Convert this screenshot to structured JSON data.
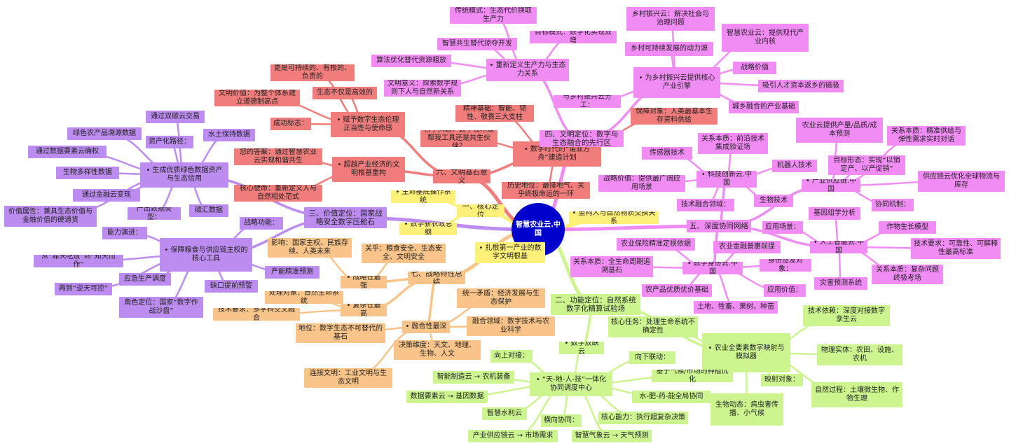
{
  "colors": {
    "center": "#0000cc",
    "yellow": "#fff07a",
    "salmon": "#f07c7c",
    "magenta": "#f28cf5",
    "purple": "#bc8cf0",
    "peach": "#f9c48a",
    "green": "#ccf590"
  },
  "center": {
    "label": "智慧农业云.中国"
  },
  "nodes": [
    {
      "id": "c1",
      "label": "一、核心定位",
      "color": "yellow"
    },
    {
      "id": "c1a",
      "label": "• 生命基底操作系统",
      "color": "yellow"
    },
    {
      "id": "c1b",
      "label": "• 数字新农政总纲",
      "color": "yellow"
    },
    {
      "id": "c1c",
      "label": "• 重构人与自然物质交换关系",
      "color": "yellow"
    },
    {
      "id": "c1d",
      "label": "• 扎根第一产业的数字文明根基",
      "color": "yellow"
    },
    {
      "id": "m6",
      "label": "六、文明基石意义",
      "color": "salmon"
    },
    {
      "id": "m6a",
      "label": "• 赋予数字生态伦理正当性与使命感",
      "color": "salmon"
    },
    {
      "id": "m6a1",
      "label": "更是可持续的、有根的、负责的",
      "color": "salmon"
    },
    {
      "id": "m6a2",
      "label": "生态不仅是高效的",
      "color": "salmon"
    },
    {
      "id": "m6a3",
      "label": "文明价值：为整个体系建立道德制高点",
      "color": "salmon"
    },
    {
      "id": "m6a4",
      "label": "成功标志：",
      "color": "salmon"
    },
    {
      "id": "m6b",
      "label": "• 超越产业经济的文明根基重构",
      "color": "salmon"
    },
    {
      "id": "m6b1",
      "label": "您的答案：通过智慧农业云实现和谐共生",
      "color": "salmon"
    },
    {
      "id": "m6b2",
      "label": "核心使命：重新定义人与自然相处范式",
      "color": "salmon"
    },
    {
      "id": "m6c",
      "label": "• 数字时代的“诺亚方舟”建造计划",
      "color": "salmon"
    },
    {
      "id": "m6c1",
      "label": "哲学问题：数字技术是帮我工具还是共生伙伴？",
      "color": "salmon"
    },
    {
      "id": "m6c2",
      "label": "精神基础：智能、韧性、敬畏三大支柱",
      "color": "salmon"
    },
    {
      "id": "m6c3",
      "label": "历史地位：最接地气、关乎终极命运的一环",
      "color": "salmon"
    },
    {
      "id": "m6c4",
      "label": "保障对象：人类最基本生存资料供给",
      "color": "salmon"
    },
    {
      "id": "m4",
      "label": "四、文明定位：数字与生态融合的先行区",
      "color": "magenta"
    },
    {
      "id": "m4a",
      "label": "• 重新定义生产力与生态力关系",
      "color": "magenta"
    },
    {
      "id": "m4a1",
      "label": "传统模式：生态代价换取生产力",
      "color": "magenta"
    },
    {
      "id": "m4a2",
      "label": "目标模式：数字化实现双增",
      "color": "magenta"
    },
    {
      "id": "m4a3",
      "label": "智慧共生替代掠夺开发",
      "color": "magenta"
    },
    {
      "id": "m4a4",
      "label": "算法优化替代资源粗放",
      "color": "magenta"
    },
    {
      "id": "m4a5",
      "label": "文明意义：探索数字规则下人与自然新关系",
      "color": "magenta"
    },
    {
      "id": "m4b",
      "label": "• 为乡村振兴云提供核心产业引擎",
      "color": "magenta"
    },
    {
      "id": "m4b1",
      "label": "乡村振兴云：解决社会与治理问题",
      "color": "magenta"
    },
    {
      "id": "m4b2",
      "label": "智慧农业云：提供现代产业内核",
      "color": "magenta"
    },
    {
      "id": "m4b3",
      "label": "乡村可持续发展的动力源",
      "color": "magenta"
    },
    {
      "id": "m4b4",
      "label": "战略价值",
      "color": "magenta"
    },
    {
      "id": "m4b5",
      "label": "吸引人才资本返乡的磁极",
      "color": "magenta"
    },
    {
      "id": "m4b6",
      "label": "城乡融合的产业基础",
      "color": "magenta"
    },
    {
      "id": "m4b7",
      "label": "与乡村振兴云分工：",
      "color": "magenta"
    },
    {
      "id": "m5",
      "label": "五、深度协同网络",
      "color": "magenta"
    },
    {
      "id": "m5a",
      "label": "• 科技创新云.中国",
      "color": "magenta"
    },
    {
      "id": "m5a1",
      "label": "传感器技术",
      "color": "magenta"
    },
    {
      "id": "m5a2",
      "label": "关系本质：前沿技术集成验证场",
      "color": "magenta"
    },
    {
      "id": "m5a3",
      "label": "机器人技术",
      "color": "magenta"
    },
    {
      "id": "m5a4",
      "label": "战略价值：提供最广阔应用场景",
      "color": "magenta"
    },
    {
      "id": "m5a5",
      "label": "生物技术",
      "color": "magenta"
    },
    {
      "id": "m5a6",
      "label": "技术融合领域：",
      "color": "magenta"
    },
    {
      "id": "m5b",
      "label": "• 产业供应链.中国",
      "color": "magenta"
    },
    {
      "id": "m5b1",
      "label": "农业云提供产量/品质/成本预测",
      "color": "magenta"
    },
    {
      "id": "m5b2",
      "label": "关系本质：精准供给与弹性需求实时对话",
      "color": "magenta"
    },
    {
      "id": "m5b3",
      "label": "目标形态：实现“以销定产、以产促销”",
      "color": "magenta"
    },
    {
      "id": "m5b4",
      "label": "供应链云优化全球物流与库存",
      "color": "magenta"
    },
    {
      "id": "m5b5",
      "label": "协同机制：",
      "color": "magenta"
    },
    {
      "id": "m5c",
      "label": "• 人工智能云.中国",
      "color": "magenta"
    },
    {
      "id": "m5c1",
      "label": "基因组学分析",
      "color": "magenta"
    },
    {
      "id": "m5c2",
      "label": "作物生长模型",
      "color": "magenta"
    },
    {
      "id": "m5c3",
      "label": "应用场景：",
      "color": "magenta"
    },
    {
      "id": "m5c4",
      "label": "技术要求：可靠性、可解释性最高标准",
      "color": "magenta"
    },
    {
      "id": "m5c5",
      "label": "关系本质：复杂问题终极考场",
      "color": "magenta"
    },
    {
      "id": "m5c6",
      "label": "灾害预测系统",
      "color": "magenta"
    },
    {
      "id": "m5d",
      "label": "• 数字身份云.中国",
      "color": "magenta"
    },
    {
      "id": "m5d1",
      "label": "农业保险精准定损依据",
      "color": "magenta"
    },
    {
      "id": "m5d2",
      "label": "农业金融普惠前提",
      "color": "magenta"
    },
    {
      "id": "m5d3",
      "label": "关系本质：全生命周期追溯基石",
      "color": "magenta"
    },
    {
      "id": "m5d4",
      "label": "身份签发对象：",
      "color": "magenta"
    },
    {
      "id": "m5d5",
      "label": "农产品优质优价基础",
      "color": "magenta"
    },
    {
      "id": "m5d6",
      "label": "应用价值：",
      "color": "magenta"
    },
    {
      "id": "m5d7",
      "label": "土地、牲畜、果树、种苗",
      "color": "magenta"
    },
    {
      "id": "m3",
      "label": "三、价值定位：国家战略安全数字压舱石",
      "color": "purple"
    },
    {
      "id": "m3a",
      "label": "• 生成优质绿色数据资产与生态信用",
      "color": "purple"
    },
    {
      "id": "m3a1",
      "label": "通过双碳云交易",
      "color": "purple"
    },
    {
      "id": "m3a2",
      "label": "绿色农产品溯源数据",
      "color": "purple"
    },
    {
      "id": "m3a3",
      "label": "资产化路径：",
      "color": "purple"
    },
    {
      "id": "m3a4",
      "label": "水土保持数据",
      "color": "purple"
    },
    {
      "id": "m3a5",
      "label": "通过数据要素云确权",
      "color": "purple"
    },
    {
      "id": "m3a6",
      "label": "生物多样性数据",
      "color": "purple"
    },
    {
      "id": "m3a7",
      "label": "通过金融云变现",
      "color": "purple"
    },
    {
      "id": "m3a8",
      "label": "价值属性：兼具生态价值与金融价值的硬通货",
      "color": "purple"
    },
    {
      "id": "m3a9",
      "label": "产出数据类型：",
      "color": "purple"
    },
    {
      "id": "m3a10",
      "label": "碳汇数据",
      "color": "purple"
    },
    {
      "id": "m3b",
      "label": "• 保障粮食与供应链主权的核心工具",
      "color": "purple"
    },
    {
      "id": "m3b1",
      "label": "战略功能：",
      "color": "purple"
    },
    {
      "id": "m3b2",
      "label": "能力演进：",
      "color": "purple"
    },
    {
      "id": "m3b3",
      "label": "从“靠天吃饭”到“知天而作”",
      "color": "purple"
    },
    {
      "id": "m3b4",
      "label": "产能精准预测",
      "color": "purple"
    },
    {
      "id": "m3b5",
      "label": "应急生产调度",
      "color": "purple"
    },
    {
      "id": "m3b6",
      "label": "再到“逆天可控”",
      "color": "purple"
    },
    {
      "id": "m3b7",
      "label": "缺口提前预警",
      "color": "purple"
    },
    {
      "id": "m3b8",
      "label": "角色定位：国家“数字作战沙盘”",
      "color": "purple"
    },
    {
      "id": "m7",
      "label": "七、战略特性总结",
      "color": "peach"
    },
    {
      "id": "m7a",
      "label": "• 战略性最强",
      "color": "peach"
    },
    {
      "id": "m7a1",
      "label": "影响：国家主权、民族存续、人类未来",
      "color": "peach"
    },
    {
      "id": "m7a2",
      "label": "关乎：粮食安全、生态安全、文明安全",
      "color": "peach"
    },
    {
      "id": "m7b",
      "label": "• 复杂性最高",
      "color": "peach"
    },
    {
      "id": "m7b1",
      "label": "处理对象：自然生命系统",
      "color": "peach"
    },
    {
      "id": "m7b2",
      "label": "技术要求：多学科交叉融合",
      "color": "peach"
    },
    {
      "id": "m7c",
      "label": "• 融合性最深",
      "color": "peach"
    },
    {
      "id": "m7c1",
      "label": "地位：数字生态不可替代的基石",
      "color": "peach"
    },
    {
      "id": "m7c2",
      "label": "统一矛盾：经济发展与生态保护",
      "color": "peach"
    },
    {
      "id": "m7c3",
      "label": "融合领域：数字技术与农业科学",
      "color": "peach"
    },
    {
      "id": "m7c4",
      "label": "决策维度：天文、地理、生物、人文",
      "color": "peach"
    },
    {
      "id": "m7c5",
      "label": "连接文明：工业文明与生态文明",
      "color": "peach"
    },
    {
      "id": "m2",
      "label": "二、功能定位：自然系统数字化精算试验场",
      "color": "green"
    },
    {
      "id": "m2a",
      "label": "• 数字双缺云",
      "color": "green"
    },
    {
      "id": "m2b",
      "label": "• 农业全要素数字映射与模拟器",
      "color": "green"
    },
    {
      "id": "m2b1",
      "label": "核心任务：处理生命系统不确定性",
      "color": "green"
    },
    {
      "id": "m2b2",
      "label": "技术依赖：深度对接数字孪生云",
      "color": "green"
    },
    {
      "id": "m2b3",
      "label": "物理实体：农田、设施、农机",
      "color": "green"
    },
    {
      "id": "m2b4",
      "label": "映射对象：",
      "color": "green"
    },
    {
      "id": "m2b5",
      "label": "自然过程：土壤微生物、作物生理",
      "color": "green"
    },
    {
      "id": "m2b6",
      "label": "生物动态：病虫害传播、小气候",
      "color": "green"
    },
    {
      "id": "m2c",
      "label": "• “天-地-人-技”一体化协同调度中心",
      "color": "green"
    },
    {
      "id": "m2c1",
      "label": "向上对接：",
      "color": "green"
    },
    {
      "id": "m2c2",
      "label": "向下联动：",
      "color": "green"
    },
    {
      "id": "m2c3",
      "label": "智能制造云 → 农机装备",
      "color": "green"
    },
    {
      "id": "m2c4",
      "label": "基于气候/市场的种植优化",
      "color": "green"
    },
    {
      "id": "m2c5",
      "label": "数据要素云 → 基因数据",
      "color": "green"
    },
    {
      "id": "m2c6",
      "label": "水-肥-药-能全局协同",
      "color": "green"
    },
    {
      "id": "m2c7",
      "label": "智慧水利云",
      "color": "green"
    },
    {
      "id": "m2c8",
      "label": "横向协同：",
      "color": "green"
    },
    {
      "id": "m2c9",
      "label": "核心能力：执行超复杂决策",
      "color": "green"
    },
    {
      "id": "m2c10",
      "label": "产业供应链云 → 市场需求",
      "color": "green"
    },
    {
      "id": "m2c11",
      "label": "智慧气象云 → 天气预测",
      "color": "green"
    }
  ],
  "edges": [
    [
      "center",
      "c1"
    ],
    [
      "c1",
      "c1a"
    ],
    [
      "c1",
      "c1b"
    ],
    [
      "center",
      "c1c"
    ],
    [
      "center",
      "c1d"
    ],
    [
      "center",
      "m6"
    ],
    [
      "m6",
      "m6a"
    ],
    [
      "m6a",
      "m6a1"
    ],
    [
      "m6a",
      "m6a2"
    ],
    [
      "m6a",
      "m6a3"
    ],
    [
      "m6a",
      "m6a4"
    ],
    [
      "m6",
      "m6b"
    ],
    [
      "m6b",
      "m6b1"
    ],
    [
      "m6b",
      "m6b2"
    ],
    [
      "m6",
      "m6c"
    ],
    [
      "m6c",
      "m6c1"
    ],
    [
      "m6c",
      "m6c2"
    ],
    [
      "m6c",
      "m6c3"
    ],
    [
      "m6c",
      "m6c4"
    ],
    [
      "center",
      "m4"
    ],
    [
      "m4",
      "m4a"
    ],
    [
      "m4a",
      "m4a1"
    ],
    [
      "m4a",
      "m4a2"
    ],
    [
      "m4a",
      "m4a3"
    ],
    [
      "m4a",
      "m4a4"
    ],
    [
      "m4a",
      "m4a5"
    ],
    [
      "m4",
      "m4b"
    ],
    [
      "m4b",
      "m4b1"
    ],
    [
      "m4b",
      "m4b2"
    ],
    [
      "m4b",
      "m4b3"
    ],
    [
      "m4b",
      "m4b4"
    ],
    [
      "m4b",
      "m4b5"
    ],
    [
      "m4b",
      "m4b6"
    ],
    [
      "m4b",
      "m4b7"
    ],
    [
      "center",
      "m5"
    ],
    [
      "m5",
      "m5a"
    ],
    [
      "m5a",
      "m5a1"
    ],
    [
      "m5a",
      "m5a2"
    ],
    [
      "m5a",
      "m5a3"
    ],
    [
      "m5a",
      "m5a4"
    ],
    [
      "m5a",
      "m5a5"
    ],
    [
      "m5a",
      "m5a6"
    ],
    [
      "m5",
      "m5b"
    ],
    [
      "m5b",
      "m5b1"
    ],
    [
      "m5b",
      "m5b2"
    ],
    [
      "m5b",
      "m5b3"
    ],
    [
      "m5b",
      "m5b4"
    ],
    [
      "m5b",
      "m5b5"
    ],
    [
      "m5",
      "m5c"
    ],
    [
      "m5c",
      "m5c1"
    ],
    [
      "m5c",
      "m5c2"
    ],
    [
      "m5c",
      "m5c3"
    ],
    [
      "m5c",
      "m5c4"
    ],
    [
      "m5c",
      "m5c5"
    ],
    [
      "m5c",
      "m5c6"
    ],
    [
      "m5",
      "m5d"
    ],
    [
      "m5d",
      "m5d1"
    ],
    [
      "m5d",
      "m5d2"
    ],
    [
      "m5d",
      "m5d3"
    ],
    [
      "m5d",
      "m5d4"
    ],
    [
      "m5d",
      "m5d5"
    ],
    [
      "m5d",
      "m5d6"
    ],
    [
      "m5d",
      "m5d7"
    ],
    [
      "center",
      "m3"
    ],
    [
      "m3",
      "m3a"
    ],
    [
      "m3a",
      "m3a1"
    ],
    [
      "m3a",
      "m3a2"
    ],
    [
      "m3a",
      "m3a3"
    ],
    [
      "m3a",
      "m3a4"
    ],
    [
      "m3a",
      "m3a5"
    ],
    [
      "m3a",
      "m3a6"
    ],
    [
      "m3a",
      "m3a7"
    ],
    [
      "m3a",
      "m3a8"
    ],
    [
      "m3a",
      "m3a9"
    ],
    [
      "m3a",
      "m3a10"
    ],
    [
      "m3",
      "m3b"
    ],
    [
      "m3b",
      "m3b1"
    ],
    [
      "m3b",
      "m3b2"
    ],
    [
      "m3b",
      "m3b3"
    ],
    [
      "m3b",
      "m3b4"
    ],
    [
      "m3b",
      "m3b5"
    ],
    [
      "m3b",
      "m3b6"
    ],
    [
      "m3b",
      "m3b7"
    ],
    [
      "m3b",
      "m3b8"
    ],
    [
      "center",
      "m7"
    ],
    [
      "m7",
      "m7a"
    ],
    [
      "m7a",
      "m7a1"
    ],
    [
      "m7a",
      "m7a2"
    ],
    [
      "m7",
      "m7b"
    ],
    [
      "m7b",
      "m7b1"
    ],
    [
      "m7b",
      "m7b2"
    ],
    [
      "m7",
      "m7c"
    ],
    [
      "m7c",
      "m7c1"
    ],
    [
      "m7c",
      "m7c2"
    ],
    [
      "m7c",
      "m7c3"
    ],
    [
      "m7c",
      "m7c4"
    ],
    [
      "m7c",
      "m7c5"
    ],
    [
      "center",
      "m2"
    ],
    [
      "m2",
      "m2a"
    ],
    [
      "m2",
      "m2b"
    ],
    [
      "m2b",
      "m2b1"
    ],
    [
      "m2b",
      "m2b2"
    ],
    [
      "m2b",
      "m2b3"
    ],
    [
      "m2b",
      "m2b4"
    ],
    [
      "m2b",
      "m2b5"
    ],
    [
      "m2b",
      "m2b6"
    ],
    [
      "m2a",
      "m2c"
    ],
    [
      "m2c",
      "m2c1"
    ],
    [
      "m2c",
      "m2c2"
    ],
    [
      "m2c",
      "m2c3"
    ],
    [
      "m2c",
      "m2c4"
    ],
    [
      "m2c",
      "m2c5"
    ],
    [
      "m2c",
      "m2c6"
    ],
    [
      "m2c",
      "m2c7"
    ],
    [
      "m2c",
      "m2c8"
    ],
    [
      "m2c",
      "m2c9"
    ],
    [
      "m2c",
      "m2c10"
    ],
    [
      "m2c",
      "m2c11"
    ]
  ]
}
